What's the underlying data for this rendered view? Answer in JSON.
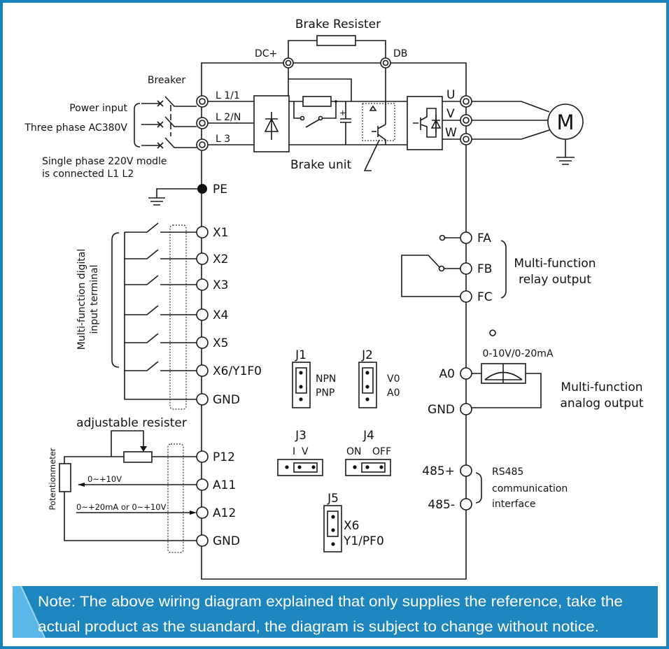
{
  "brake_resistor": {
    "title": "Brake Resister",
    "dc_plus": "DC+",
    "db": "DB"
  },
  "power_input": {
    "breaker": "Breaker",
    "line1": "Power input",
    "line2": "Three phase AC380V",
    "single_phase_1": "Single phase 220V modle",
    "single_phase_2": "is connected L1 L2",
    "terminals": [
      "L 1/1",
      "L 2/N",
      "L 3"
    ]
  },
  "brake_unit": "Brake unit",
  "motor": {
    "label": "M",
    "terminals": [
      "U",
      "V",
      "W"
    ]
  },
  "pe": "PE",
  "digital_inputs": {
    "caption_1": "Multi-function digital",
    "caption_2": "input terminal",
    "terminals": [
      "X1",
      "X2",
      "X3",
      "X4",
      "X5",
      "X6/Y1F0",
      "GND"
    ]
  },
  "analog_inputs": {
    "adjustable": "adjustable resister",
    "potentiometer": "Potentionmeter",
    "a11_range": "0~+10V",
    "a12_range": "0~+20mA or 0~+10V",
    "terminals": [
      "P12",
      "A11",
      "A12",
      "GND"
    ]
  },
  "jumpers": {
    "j1": {
      "name": "J1",
      "opt1": "NPN",
      "opt2": "PNP"
    },
    "j2": {
      "name": "J2",
      "opt1": "V0",
      "opt2": "A0"
    },
    "j3": {
      "name": "J3",
      "opt1": "I",
      "opt2": "V"
    },
    "j4": {
      "name": "J4",
      "opt1": "ON",
      "opt2": "OFF"
    },
    "j5": {
      "name": "J5",
      "opt1": "X6",
      "opt2": "Y1/PF0"
    }
  },
  "relay": {
    "terminals": [
      "FA",
      "FB",
      "FC"
    ],
    "caption_1": "Multi-function",
    "caption_2": "relay output"
  },
  "analog_output": {
    "range": "0-10V/0-20mA",
    "terminals": [
      "A0",
      "GND"
    ],
    "caption_1": "Multi-function",
    "caption_2": "analog output"
  },
  "rs485": {
    "terminals": [
      "485+",
      "485-"
    ],
    "caption_1": "RS485",
    "caption_2": "communication",
    "caption_3": "interface"
  },
  "note": {
    "line1": "Note: The above wiring diagram explained that only supplies the reference, take the",
    "line2": "actual product as the suandard, the diagram is subject to change without notice."
  },
  "colors": {
    "frame": "#1a82bd",
    "banner": "#1e86be",
    "banner_accent": "#5ab6e6"
  }
}
